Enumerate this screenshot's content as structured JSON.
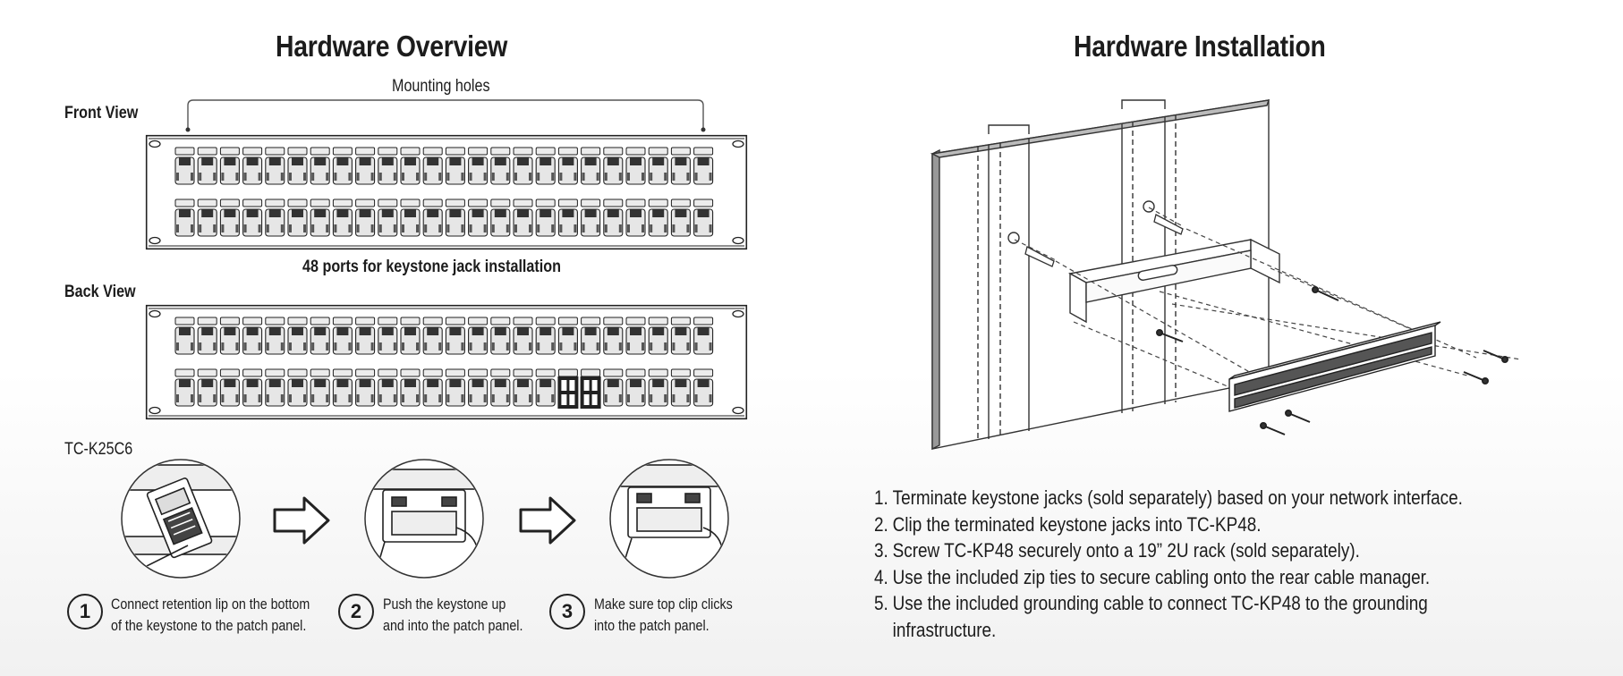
{
  "overview": {
    "title": "Hardware Overview",
    "mounting_label": "Mounting holes",
    "front_view_label": "Front View",
    "ports_label": "48 ports for keystone jack installation",
    "back_view_label": "Back View",
    "model_label": "TC-K25C6",
    "steps": [
      {
        "num": "1",
        "line1": "Connect retention lip on the bottom",
        "line2": "of the keystone to the patch panel."
      },
      {
        "num": "2",
        "line1": "Push the keystone up",
        "line2": "and into the patch panel."
      },
      {
        "num": "3",
        "line1": "Make sure top clip clicks",
        "line2": "into the patch panel."
      }
    ]
  },
  "installation": {
    "title": "Hardware Installation",
    "instructions": [
      {
        "num": "1.",
        "text": "Terminate keystone jacks (sold separately) based on your network interface."
      },
      {
        "num": "2.",
        "text": "Clip the terminated keystone jacks into TC-KP48."
      },
      {
        "num": "3.",
        "text": "Screw TC-KP48 securely onto a 19” 2U rack (sold separately)."
      },
      {
        "num": "4.",
        "text": "Use the included zip ties to secure cabling onto the rear cable manager."
      },
      {
        "num": "5.",
        "text": "Use the included grounding cable to connect TC-KP48 to the grounding",
        "text2": "infrastructure."
      }
    ]
  },
  "colors": {
    "ink": "#1c1c1c",
    "line": "#222222",
    "port_fill": "#e6e6e6"
  }
}
